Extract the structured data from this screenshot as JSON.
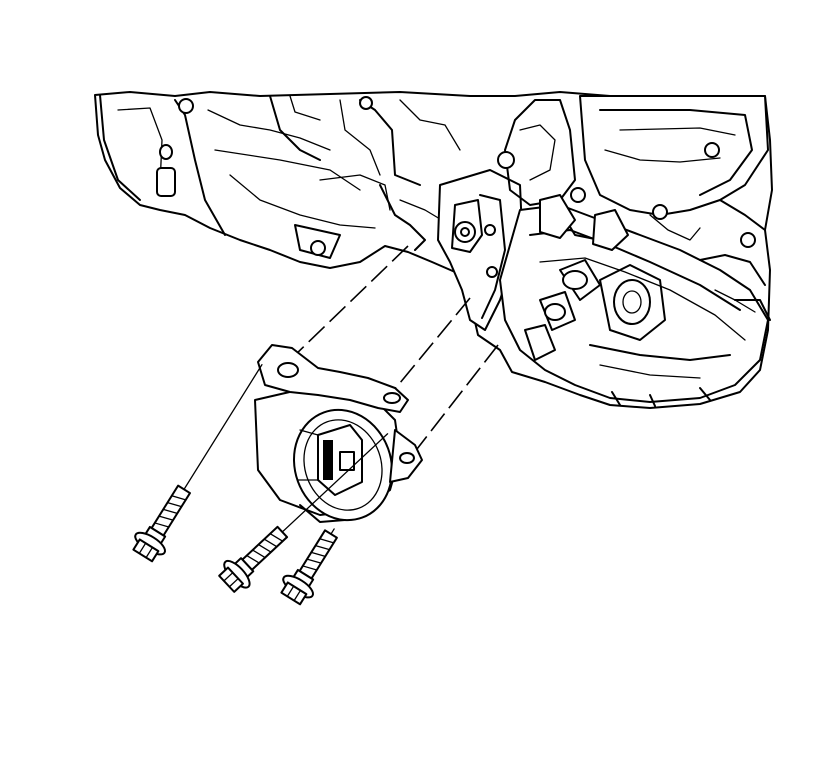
{
  "diagram": {
    "kind": "exploded-assembly-line-drawing",
    "parts": [
      {
        "id": "engine-block",
        "icon": "engine-icon"
      },
      {
        "id": "transmission-mount",
        "icon": "mount-icon"
      },
      {
        "id": "mount-bolt-1",
        "icon": "bolt-icon"
      },
      {
        "id": "mount-bolt-2",
        "icon": "bolt-icon"
      },
      {
        "id": "mount-bolt-3",
        "icon": "bolt-icon"
      }
    ],
    "colors": {
      "line": "#000000",
      "background": "#ffffff"
    }
  }
}
